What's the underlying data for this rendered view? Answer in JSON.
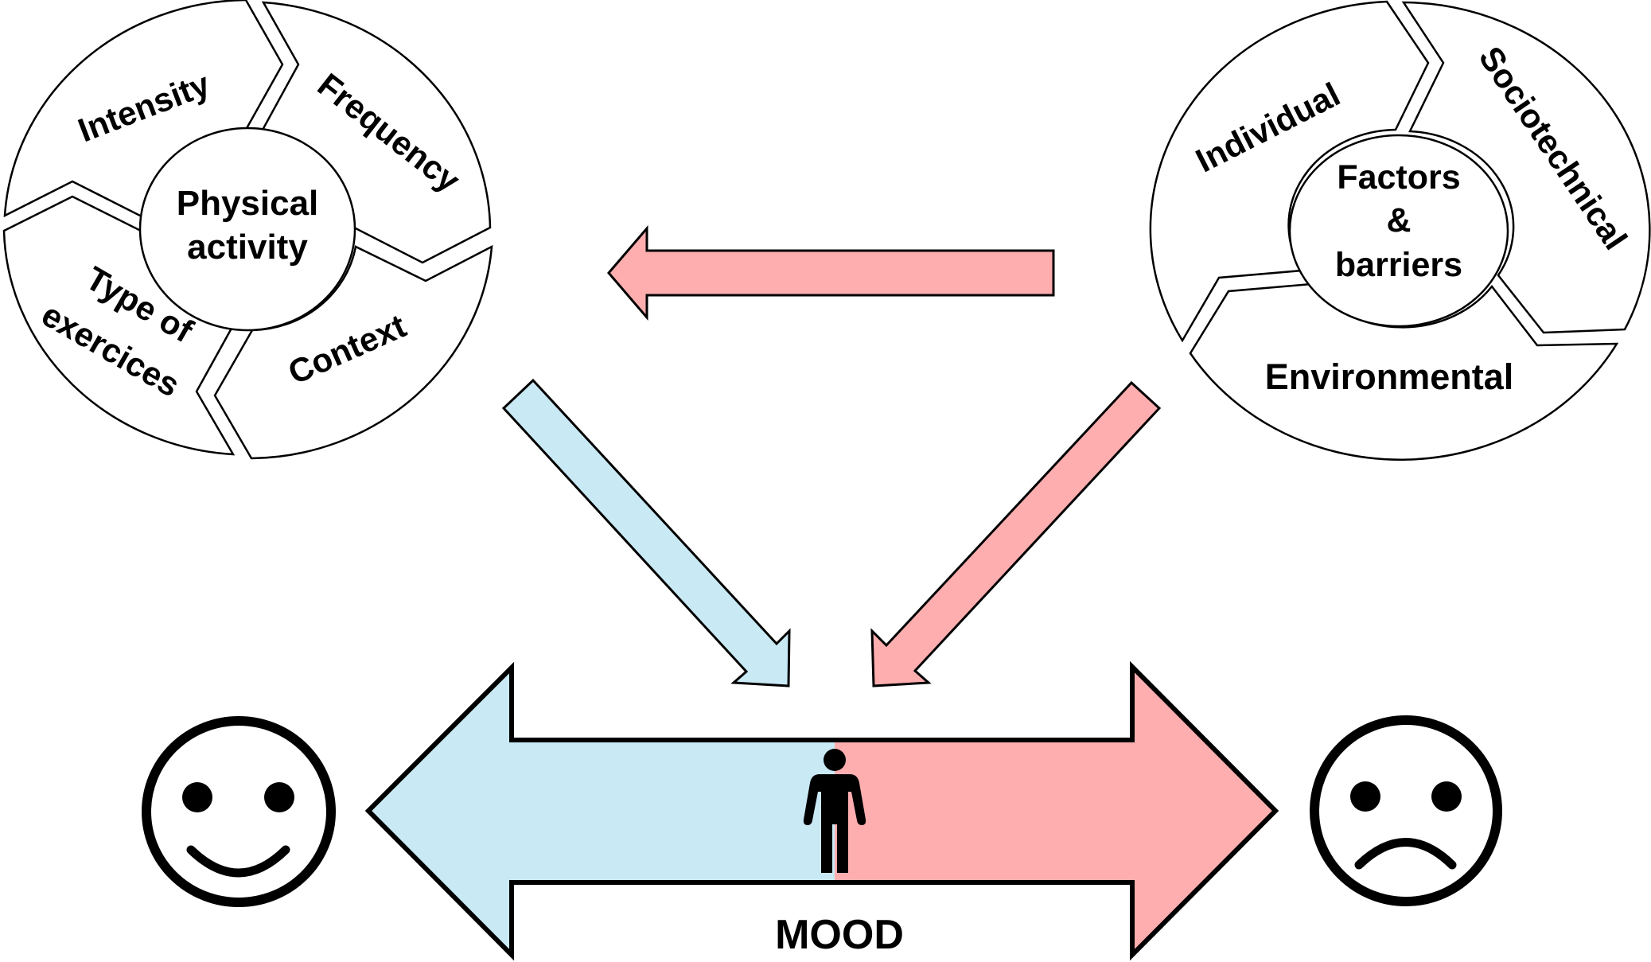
{
  "colors": {
    "positive": "#c9e9f4",
    "negative": "#ffaeb0",
    "outline": "#000000",
    "background": "#ffffff"
  },
  "physical_activity_cycle": {
    "center_label": [
      "Physical",
      "activity"
    ],
    "segments": [
      {
        "label": "Intensity"
      },
      {
        "label": "Frequency"
      },
      {
        "label": "Context"
      },
      {
        "label": "Type of",
        "label_line2": "exercices"
      }
    ]
  },
  "factors_cycle": {
    "center_label": [
      "Factors",
      "&",
      "barriers"
    ],
    "segments": [
      {
        "label": "Individual"
      },
      {
        "label": "Sociotechnical"
      },
      {
        "label": "Environmental"
      }
    ]
  },
  "arrows": {
    "factors_to_activity": {
      "color": "negative",
      "direction": "left"
    },
    "activity_to_mood": {
      "color": "positive",
      "direction": "down-right"
    },
    "factors_to_mood": {
      "color": "negative",
      "direction": "down-left"
    }
  },
  "mood_scale": {
    "label": "MOOD",
    "left_pole": "happy-face",
    "right_pole": "sad-face",
    "person_icon": "person-icon"
  }
}
